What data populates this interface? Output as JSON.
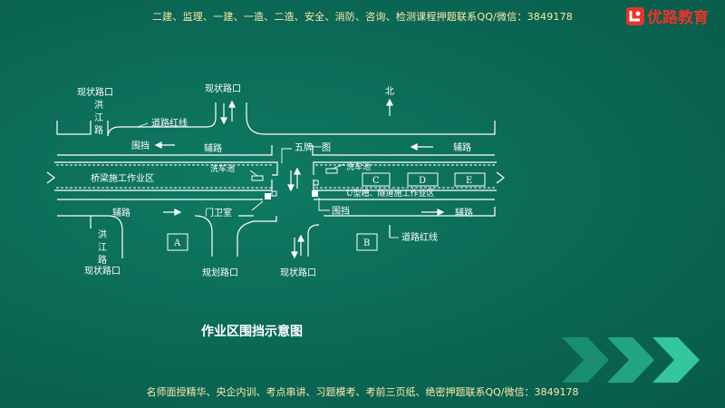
{
  "header": {
    "ad_text": "二建、监理、一建、一造、二造、安全、消防、咨询、检测课程押题联系QQ/微信：3849178",
    "logo_text": "优路教育"
  },
  "footer": {
    "ad_text": "名师面授精华、央企内训、考点串讲、习题模考、考前三页纸、绝密押题联系QQ/微信：3849178"
  },
  "caption": "作业区围挡示意图",
  "diagram": {
    "labels": {
      "current_road_top_left": "现状路口",
      "current_road_top_mid": "现状路口",
      "north": "北",
      "hongjiang_top": [
        "洪",
        "江",
        "路"
      ],
      "road_red_line_top": "道路红线",
      "fence_top": "围挡",
      "auxiliary_top_left": "辅路",
      "five_sign_one_map": "五牌一图",
      "auxiliary_top_right": "辅路",
      "wash_pool_left": "洗车池",
      "wash_pool_right": "洗车池",
      "bridge_zone": "桥梁施工作业区",
      "zone_c": "C",
      "zone_d": "D",
      "zone_e": "E",
      "u_trough_zone": "U型槽、隧道施工作业区",
      "auxiliary_bottom_left": "辅路",
      "guard_room": "门卫室",
      "fence_bottom": "围挡",
      "auxiliary_bottom_right": "辅路",
      "hongjiang_bottom": [
        "洪",
        "江",
        "路"
      ],
      "zone_a": "A",
      "zone_b": "B",
      "road_red_line_bottom": "道路红线",
      "current_road_bottom_left": "现状路口",
      "planned_road_bottom": "规划路口",
      "current_road_bottom_right": "现状路口"
    }
  }
}
